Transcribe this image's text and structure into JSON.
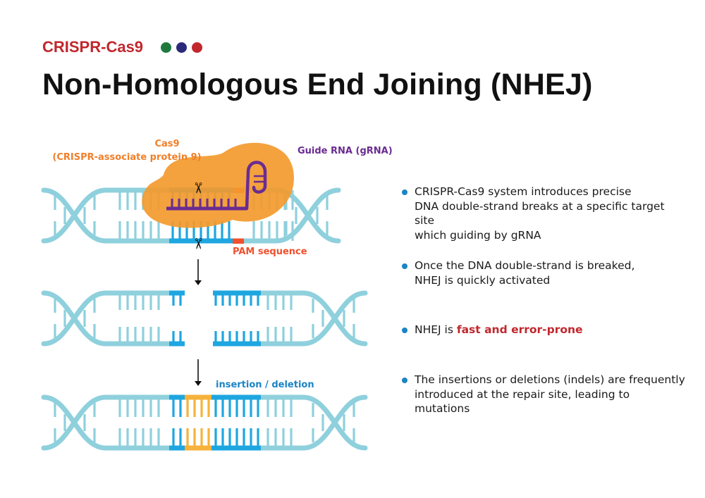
{
  "header": {
    "brand": "CRISPR-Cas9",
    "title": "Non-Homologous End Joining (NHEJ)",
    "dots": [
      "#1e7a3c",
      "#2b2a7a",
      "#c1272d"
    ]
  },
  "colors": {
    "backbone": "#8fd0dd",
    "target": "#1ea6e0",
    "cas9": "#f39a2e",
    "grna": "#6a2c91",
    "pam": "#f0502d",
    "insertion": "#f7b23b",
    "label_orange": "#f07f2a",
    "label_purple": "#6a2c91",
    "label_red": "#f0502d",
    "label_blue": "#1b84c4",
    "bullet_dot": "#1b84c4",
    "highlight": "#c1272d"
  },
  "diagram": {
    "cas9_label": "Cas9",
    "cas9_sublabel": "(CRISPR-associate protein 9)",
    "grna_label": "Guide RNA (gRNA)",
    "pam_label": "PAM sequence",
    "indel_label": "insertion / deletion",
    "scissors": "✂"
  },
  "bullets": [
    {
      "lines": [
        "CRISPR-Cas9 system introduces precise",
        "DNA double-strand breaks at a specific target site",
        "which guiding by gRNA"
      ]
    },
    {
      "lines": [
        "Once the DNA double-strand is breaked,",
        "NHEJ is quickly activated"
      ]
    },
    {
      "prefix": "NHEJ is ",
      "highlight": "fast and error-prone"
    },
    {
      "lines": [
        "The insertions or deletions (indels) are frequently",
        "introduced at the repair site, leading to mutations"
      ]
    }
  ]
}
